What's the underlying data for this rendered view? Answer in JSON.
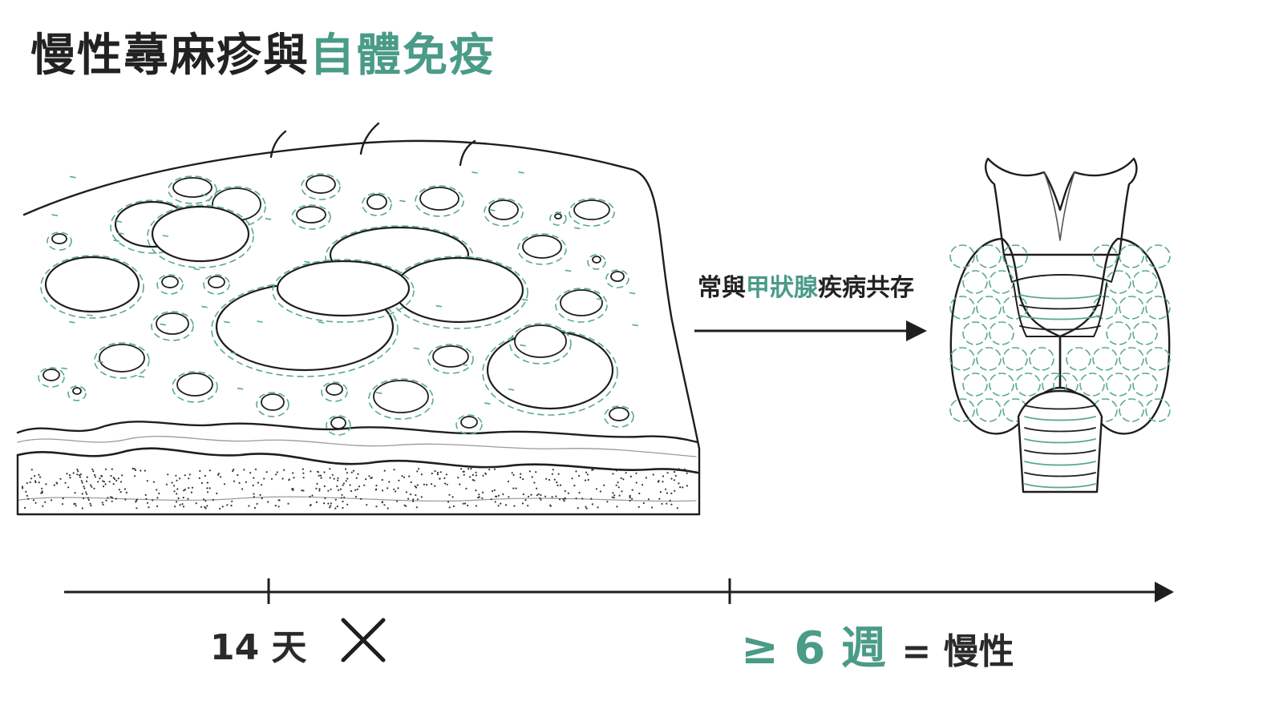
{
  "title": {
    "main": "慢性蕁麻疹與",
    "accent": "自體免疫"
  },
  "relation": {
    "prefix": "常與",
    "accent": "甲狀腺",
    "suffix": "疾病共存"
  },
  "timeline": {
    "left_mark": "14 天",
    "right_mark": {
      "symbol": "≥ 6 週",
      "equals": "= 慢性"
    }
  },
  "colors": {
    "accent": "#4a9b88",
    "ink": "#222222",
    "dash": "#5aa994"
  },
  "icons": [
    "skin-cross-section-illustration",
    "thyroid-illustration",
    "cross-mark-icon",
    "arrow-right-icon"
  ]
}
